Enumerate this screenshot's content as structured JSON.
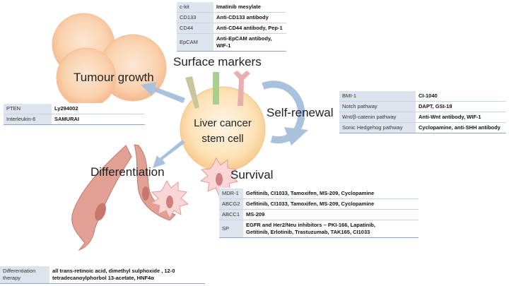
{
  "center": {
    "line1": "Liver cancer",
    "line2": "stem cell"
  },
  "labels": {
    "surface_markers": "Surface markers",
    "self_renewal": "Self-renewal",
    "tumour_growth": "Tumour growth",
    "differentiation": "Differentiation",
    "survival": "Survival"
  },
  "tables": {
    "surface": [
      {
        "k": "c-kit",
        "v": "Imatinib mesylate"
      },
      {
        "k": "CD133",
        "v": "Anti-CD133 antibody"
      },
      {
        "k": "CD44",
        "v": "Anti-CD44 antibody, Pep-1"
      },
      {
        "k": "EpCAM",
        "v": "Anti-EpCAM antibody, WIF-1"
      }
    ],
    "self_renewal": [
      {
        "k": "BMI-1",
        "v": "CI-1040"
      },
      {
        "k": "Notch pathway",
        "v": "DAPT, GSI-18"
      },
      {
        "k": "Wnt/β-catenin pathway",
        "v": "Anti-Wnt antibody, WIF-1"
      },
      {
        "k": "Sonic Hedgehog pathway",
        "v": "Cyclopamine, anti-SHH antibody"
      }
    ],
    "tumour": [
      {
        "k": "PTEN",
        "v": "Ly294002"
      },
      {
        "k": "Interleukin-6",
        "v": "SAMURAI"
      }
    ],
    "survival": [
      {
        "k": "MDR-1",
        "v": "Gefitinib, CI1033, Tamoxifen, MS-209, Cyclopamine"
      },
      {
        "k": "ABCG2",
        "v": "Gefitinib, CI1033, Tamoxifen, MS-209, Cyclopamine"
      },
      {
        "k": "ABCC1",
        "v": "MS-209"
      },
      {
        "k": "SP",
        "v1": "EGFR and Her2/Neu inhibitors – PKI-166, Lapatinib,",
        "v2": "Getitinib, Erlotinib, Trastuzumab, TAK165, CI1033"
      }
    ],
    "differentiation": {
      "k1": "Differentiation",
      "k2": "therapy",
      "v1": "all trans-retinoic acid, dimethyl sulphoxide , 12-0",
      "v2": "tetradecanoylphorbol 13-acetate, HNF4α"
    }
  },
  "colors": {
    "arrow": "#a9c1dc",
    "cell_fill": "#f8c9a4",
    "table_key_bg": "#dde4ee",
    "table_rule": "#8ea6c8",
    "fibroblast": "#e3a095",
    "marker_green": "#a8d08d",
    "marker_olive": "#c9c59a",
    "marker_pink": "#e9aeb0"
  }
}
